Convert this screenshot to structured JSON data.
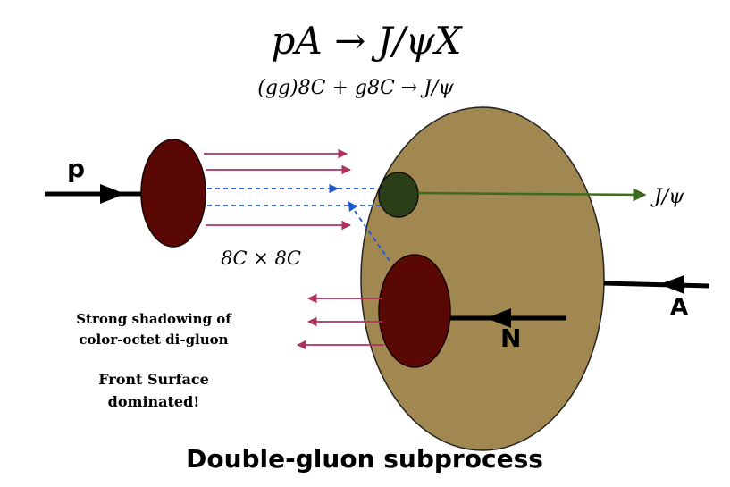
{
  "title": "pA → J/ψX",
  "subtitle": "(gg)8C + g8C → J/ψ",
  "labels": {
    "proton": "p",
    "nucleus": "A",
    "nucleon": "N",
    "jpsi": "J/ψ",
    "octet_product": "8C × 8C"
  },
  "notes": {
    "line1": "Strong shadowing of",
    "line2": "color-octet di-gluon",
    "line3": "Front Surface",
    "line4": "dominated!"
  },
  "caption": "Double-gluon subprocess",
  "colors": {
    "nucleus_fill": "#a08850",
    "proton_fill": "#5a0805",
    "jpsi_fill": "#2a3f18",
    "gluon_line": "#b03060",
    "dashed_line": "#1a55d0",
    "jpsi_arrow": "#3d6b1f"
  }
}
